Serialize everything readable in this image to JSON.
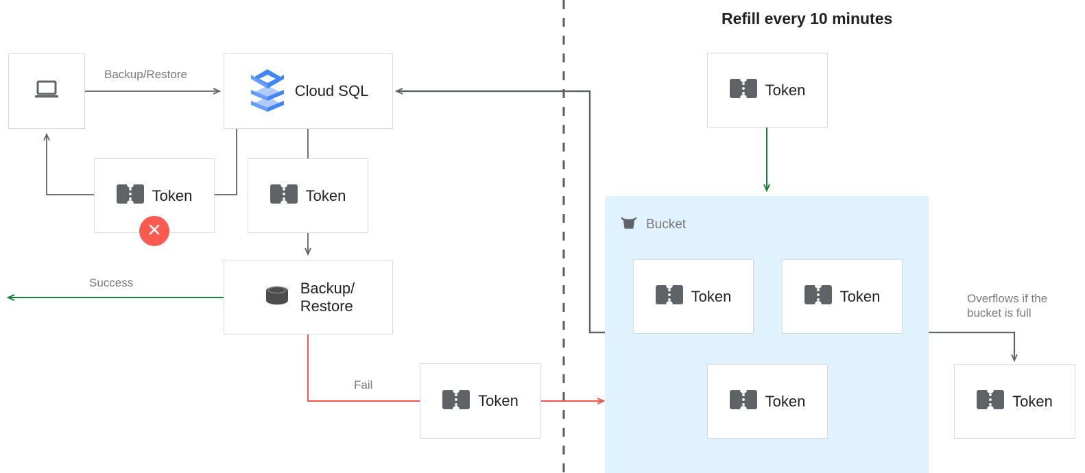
{
  "diagram": {
    "title": "Refill every 10 minutes",
    "colors": {
      "accent_green": "#188038",
      "accent_red": "#f0544c",
      "fail_badge": "#fb5a50",
      "bucket_bg": "#dff2fd",
      "line_gray": "#5f6368",
      "box_border": "#d9d9d9",
      "label_gray": "#7a7a7a",
      "text_dark": "#202124",
      "cloudsql_blue": "#4285f4",
      "cloudsql_blue_light": "#aecbfa",
      "icon_gray": "#5f6368"
    },
    "nodes": [
      {
        "id": "client",
        "label": "",
        "icon": "laptop-icon"
      },
      {
        "id": "cloudsql",
        "label": "Cloud SQL",
        "icon": "cloud-sql-icon"
      },
      {
        "id": "token-client",
        "label": "Token",
        "icon": "token-icon"
      },
      {
        "id": "token-sql",
        "label": "Token",
        "icon": "token-icon"
      },
      {
        "id": "backup",
        "label": "Backup/\nRestore",
        "icon": "database-icon"
      },
      {
        "id": "token-fail",
        "label": "Token",
        "icon": "token-icon"
      },
      {
        "id": "token-refill",
        "label": "Token",
        "icon": "token-icon"
      },
      {
        "id": "token-b1",
        "label": "Token",
        "icon": "token-icon"
      },
      {
        "id": "token-b2",
        "label": "Token",
        "icon": "token-icon"
      },
      {
        "id": "token-b3",
        "label": "Token",
        "icon": "token-icon"
      },
      {
        "id": "token-overflow",
        "label": "Token",
        "icon": "token-icon"
      }
    ],
    "edge_labels": {
      "backup_restore": "Backup/Restore",
      "success": "Success",
      "fail": "Fail",
      "overflow": "Overflows if the\nbucket is full"
    },
    "bucket": {
      "label": "Bucket",
      "icon": "bucket-icon"
    },
    "fail_badge": {
      "icon": "error-x-icon"
    },
    "divider": {
      "style": "dashed-vertical"
    }
  }
}
